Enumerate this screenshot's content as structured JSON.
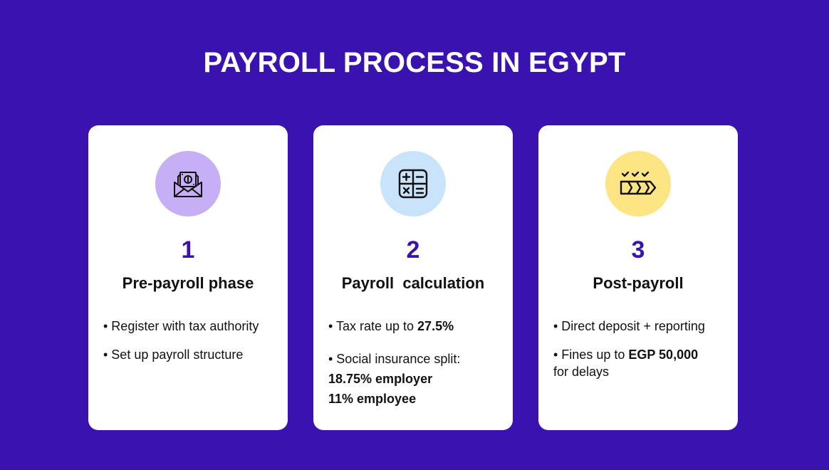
{
  "title": "PAYROLL PROCESS IN EGYPT",
  "colors": {
    "background": "#3a12b0",
    "card": "#ffffff",
    "accent": "#3a12b0",
    "icon1_bg": "#c7aff6",
    "icon2_bg": "#c9e3fb",
    "icon3_bg": "#fde584"
  },
  "cards": [
    {
      "number": "1",
      "heading": "Pre-payroll phase",
      "icon": "money-envelope-icon",
      "bullets": [
        "• Register with tax authority",
        "• Set up payroll structure"
      ]
    },
    {
      "number": "2",
      "heading": "Payroll  calculation",
      "icon": "calculator-icon",
      "b1_text": "• Tax rate up to ",
      "b1_bold": "27.5%",
      "b2_text": "• Social insurance split:",
      "b2_line2": "18.75% employer",
      "b2_line3": "11% employee"
    },
    {
      "number": "3",
      "heading": "Post-payroll",
      "icon": "progress-checks-icon",
      "b1_text": "• Direct deposit + reporting",
      "b2_text": "• Fines up to ",
      "b2_bold": "EGP 50,000",
      "b2_line2": "for delays"
    }
  ]
}
